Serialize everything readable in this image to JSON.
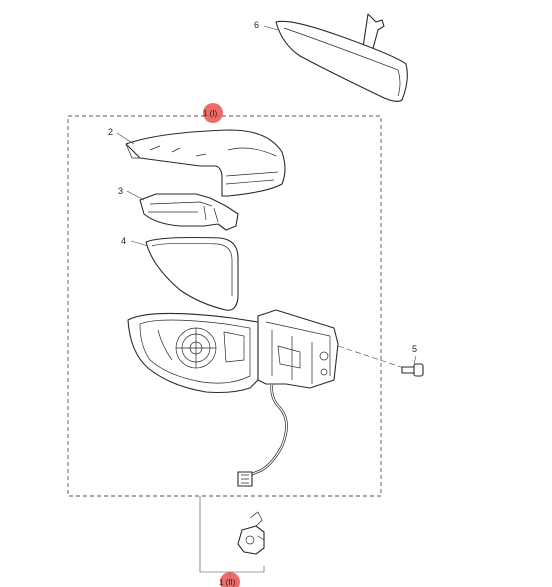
{
  "callouts": {
    "p1": "1 (I)",
    "p2": "2",
    "p3": "3",
    "p4": "4",
    "p5": "5",
    "p6": "6",
    "p1b": "1 (II)"
  },
  "colors": {
    "badge": "#e8524f",
    "line": "#2a2a2a",
    "dash": "#555555"
  }
}
